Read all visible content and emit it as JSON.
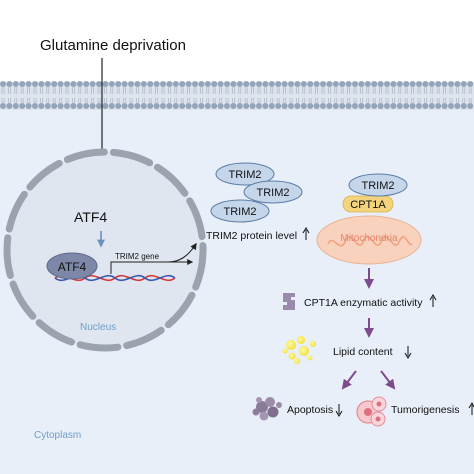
{
  "title": "Glutamine deprivation",
  "nucleus": {
    "label": "Nucleus",
    "atf4_top": "ATF4",
    "atf4_bound": "ATF4",
    "gene_label": "TRIM2 gene"
  },
  "trim2_cluster": {
    "items": [
      "TRIM2",
      "TRIM2",
      "TRIM2"
    ],
    "caption": "TRIM2 protein level"
  },
  "mito": {
    "trim2": "TRIM2",
    "cpt1a": "CPT1A",
    "label": "Mitochondria"
  },
  "steps": {
    "activity": "CPT1A enzymatic activity",
    "lipid": "Lipid content",
    "apoptosis": "Apoptosis",
    "tumorigenesis": "Tumorigenesis"
  },
  "cytoplasm_label": "Cytoplasm",
  "colors": {
    "background": "#e8eff8",
    "membrane": "#94a5ba",
    "nucleus_fill": "#dfe6f0",
    "nucleus_border": "#9ba3ae",
    "trim2_fill": "#c5d6ea",
    "trim2_stroke": "#5b7ea7",
    "cpt1a_fill": "#f3d47c",
    "mito_fill": "#f8d2bd",
    "mito_text": "#e9836a",
    "arrow_purple": "#7e4b8d",
    "label_blue": "#6e9ec8"
  }
}
